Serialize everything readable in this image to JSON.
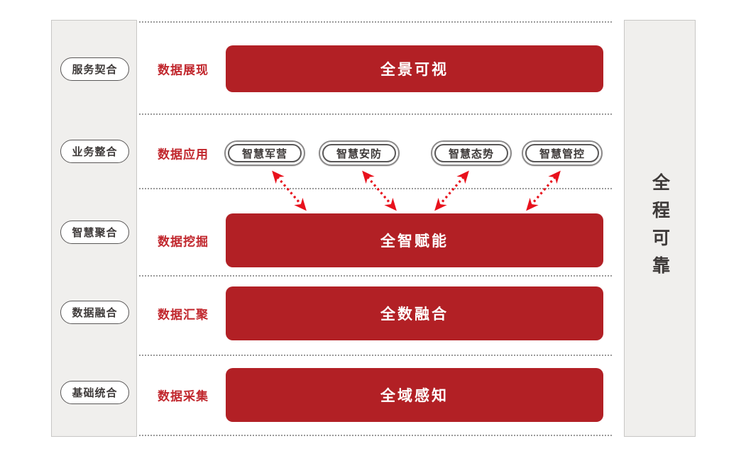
{
  "left_panel": {
    "items": [
      {
        "label": "服务契合"
      },
      {
        "label": "业务整合"
      },
      {
        "label": "智慧聚合"
      },
      {
        "label": "数据融合"
      },
      {
        "label": "基础统合"
      }
    ]
  },
  "right_panel": {
    "label": "全程可靠"
  },
  "rows": [
    {
      "stage": "数据展现",
      "capability": "全景可视"
    },
    {
      "stage": "数据应用",
      "apps": [
        {
          "label": "智慧军营"
        },
        {
          "label": "智慧安防"
        },
        {
          "label": "智慧态势"
        },
        {
          "label": "智慧管控"
        }
      ]
    },
    {
      "stage": "数据挖掘",
      "capability": "全智赋能"
    },
    {
      "stage": "数据汇聚",
      "capability": "全数融合"
    },
    {
      "stage": "数据采集",
      "capability": "全域感知"
    }
  ],
  "colors": {
    "bar_red": "#B22025",
    "stage_label_red": "#C1272D",
    "arrow_red": "#E8111C",
    "panel_gray": "#F0EFED",
    "panel_border_gray": "#C8C7C5",
    "divider_gray": "#9A9A9A",
    "dark_text": "#3E3A39"
  }
}
